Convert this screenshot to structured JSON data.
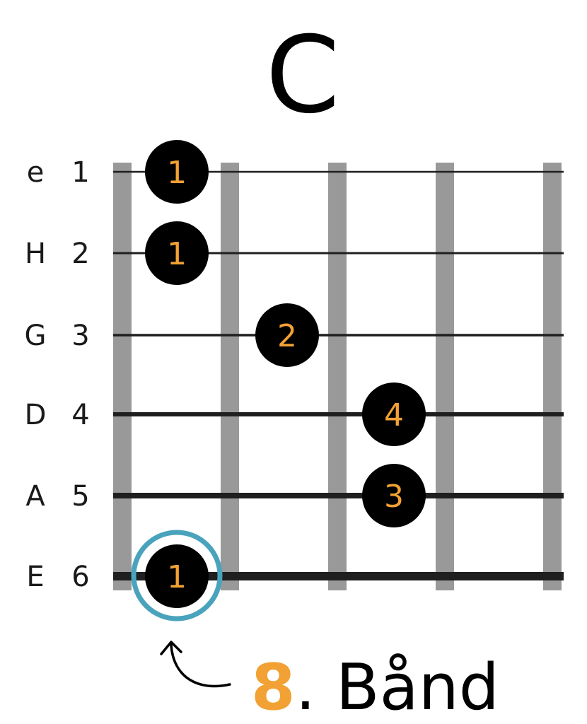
{
  "title": "C",
  "strings": [
    {
      "name": "e",
      "number": "1"
    },
    {
      "name": "H",
      "number": "2"
    },
    {
      "name": "G",
      "number": "3"
    },
    {
      "name": "D",
      "number": "4"
    },
    {
      "name": "A",
      "number": "5"
    },
    {
      "name": "E",
      "number": "6"
    }
  ],
  "notes": [
    {
      "string": 1,
      "fret": 1,
      "finger": "1"
    },
    {
      "string": 2,
      "fret": 1,
      "finger": "1"
    },
    {
      "string": 3,
      "fret": 2,
      "finger": "2"
    },
    {
      "string": 4,
      "fret": 3,
      "finger": "4"
    },
    {
      "string": 5,
      "fret": 3,
      "finger": "3"
    },
    {
      "string": 6,
      "fret": 1,
      "finger": "1",
      "highlighted": true
    }
  ],
  "fret_marker": {
    "number": "8",
    "text": ". Bånd"
  },
  "colors": {
    "dot": "#000000",
    "finger_text": "#f2a134",
    "fret_bar": "#999999",
    "highlight_ring": "#4aa3bd"
  }
}
